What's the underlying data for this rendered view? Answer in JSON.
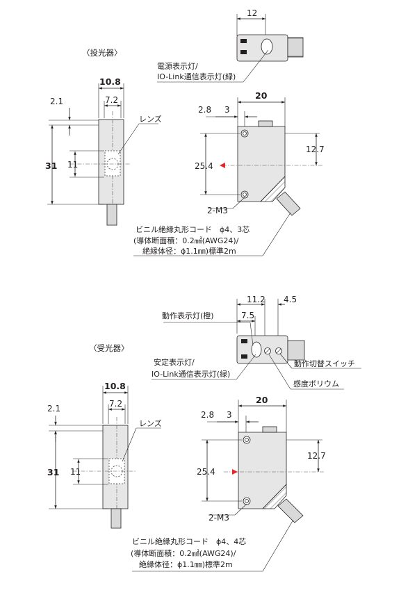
{
  "emitter": {
    "title": "〈投光器〉",
    "top_view": {
      "width_dim": "12"
    },
    "indicator_label_1": "電源表示灯/",
    "indicator_label_2": "IO-Link通信表示灯(緑)",
    "front_view": {
      "width": "10.8",
      "lens_offset": "2.1",
      "lens_width": "7.2",
      "height": "31",
      "lens_height": "11",
      "lens_label": "レンズ"
    },
    "side_view": {
      "width": "20",
      "hole_x": "2.8",
      "hole_dim": "3",
      "hole_pitch": "25.4",
      "optical_axis": "12.7",
      "screw": "2-M3"
    },
    "cable_line1": "ビニル絶縁丸形コード　ϕ4、3芯",
    "cable_line2": "(導体断面積：0.2㎟(AWG24)/",
    "cable_line3": "絶縁体径：ϕ1.1㎜)標準2m"
  },
  "receiver": {
    "title": "〈受光器〉",
    "top_view": {
      "dim_a": "11.2",
      "dim_b": "4.5",
      "dim_c": "7.5"
    },
    "op_indicator": "動作表示灯(橙)",
    "stable_label_1": "安定表示灯/",
    "stable_label_2": "IO-Link通信表示灯(緑)",
    "mode_switch": "動作切替スイッチ",
    "sensitivity": "感度ボリウム",
    "front_view": {
      "width": "10.8",
      "lens_offset": "2.1",
      "lens_width": "7.2",
      "height": "31",
      "lens_height": "11",
      "lens_label": "レンズ"
    },
    "side_view": {
      "width": "20",
      "hole_x": "2.8",
      "hole_dim": "3",
      "hole_pitch": "25.4",
      "optical_axis": "12.7",
      "screw": "2-M3"
    },
    "cable_line1": "ビニル絶縁丸形コード　ϕ4、4芯",
    "cable_line2": "(導体断面積：0.2㎟(AWG24)/",
    "cable_line3": "絶縁体径：ϕ1.1㎜)標準2m"
  }
}
